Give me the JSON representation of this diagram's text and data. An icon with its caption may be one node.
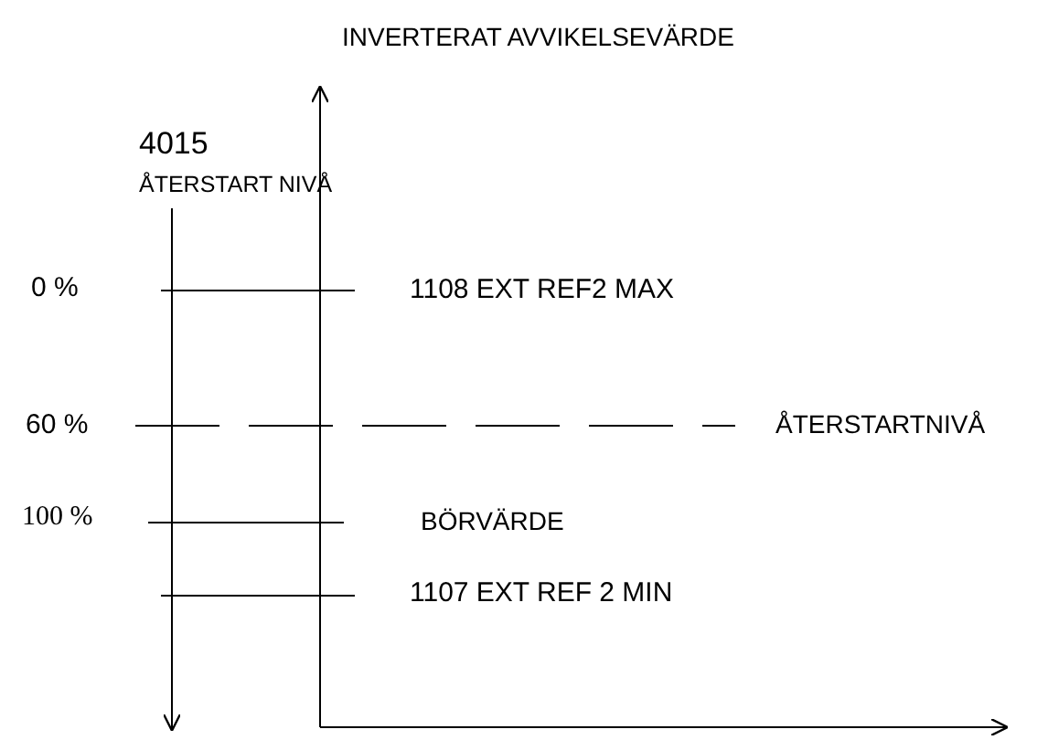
{
  "diagram": {
    "labels": [
      "INVERTERAT AVVIKELSEVÄRDE",
      "4015",
      "ÅTERSTART NIVÅ",
      "0 %",
      "1108 EXT REF2 MAX",
      "60 %",
      "ÅTERSTARTNIVÅ",
      "100 %",
      "BÖRVÄRDE",
      "1107 EXT REF 2 MIN"
    ]
  }
}
